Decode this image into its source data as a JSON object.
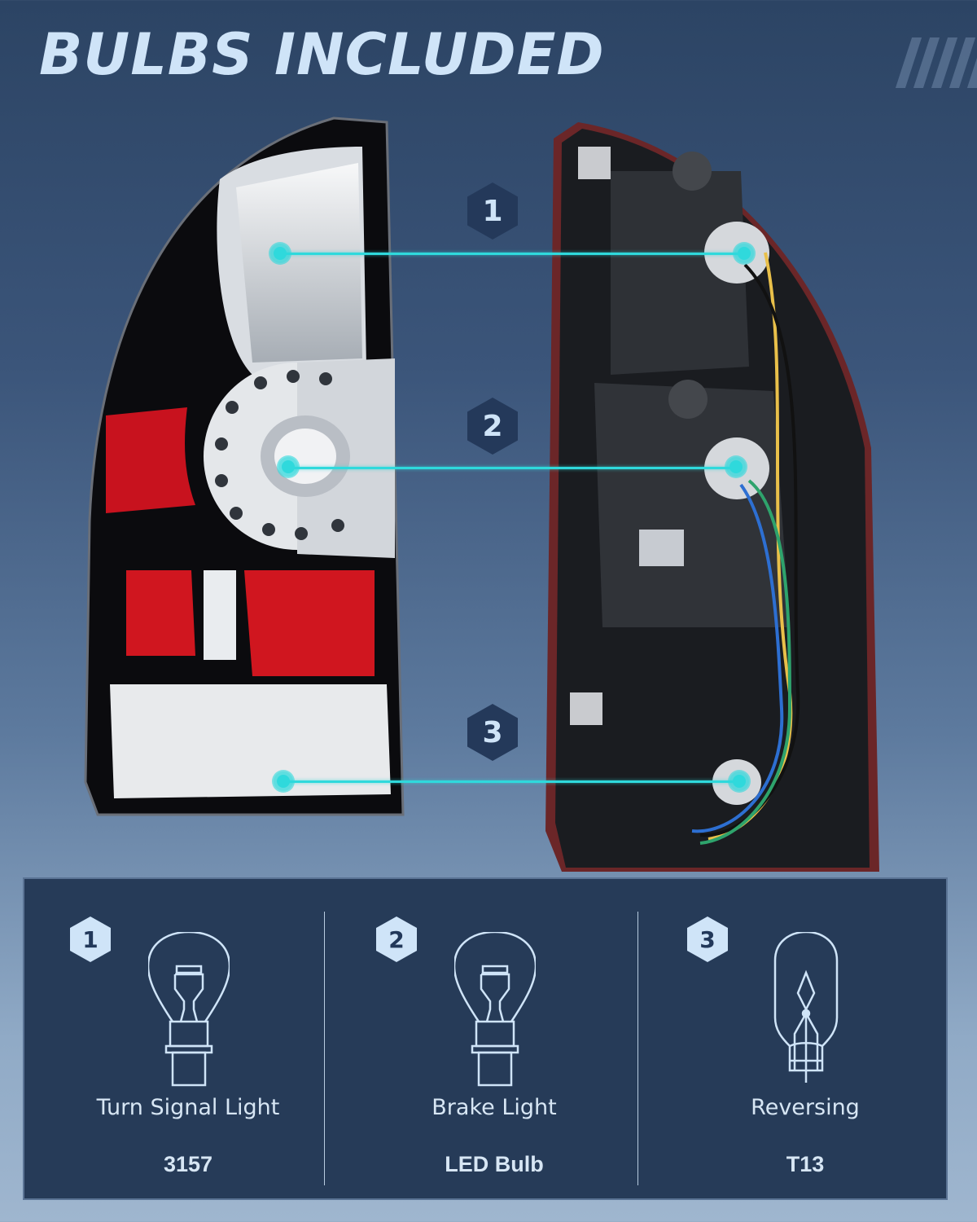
{
  "header": {
    "title": "BULBS INCLUDED"
  },
  "callouts": [
    {
      "number": "1",
      "label": "Turn Signal Light",
      "bulb": "3157",
      "icon": "bulb-3157-icon"
    },
    {
      "number": "2",
      "label": "Brake Light",
      "bulb": "LED Bulb",
      "icon": "bulb-led-icon"
    },
    {
      "number": "3",
      "label": "Reversing",
      "bulb": "T13",
      "icon": "bulb-t13-icon"
    }
  ],
  "colors": {
    "accent_line": "#2fd9dc",
    "panel_bg": "#263b58",
    "text_light": "#cfe4f8",
    "lens_red": "#c8121e"
  }
}
